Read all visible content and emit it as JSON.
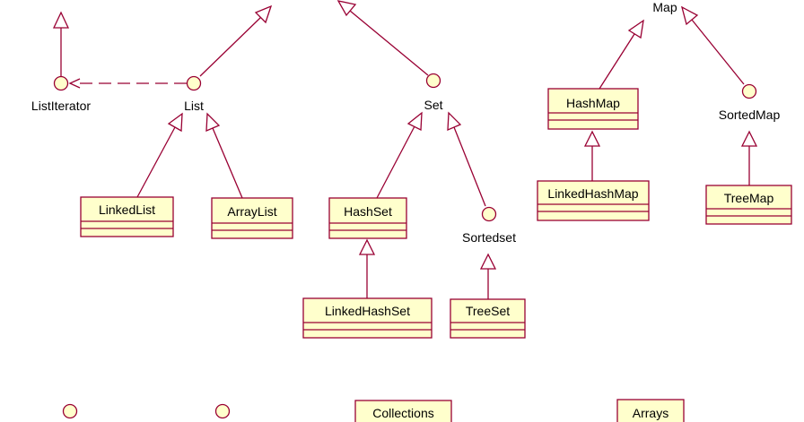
{
  "interfaces": {
    "list_iterator": "ListIterator",
    "list": "List",
    "set": "Set",
    "sorted_set": "Sortedset",
    "map": "Map",
    "sorted_map": "SortedMap"
  },
  "classes": {
    "linked_list": "LinkedList",
    "array_list": "ArrayList",
    "hash_set": "HashSet",
    "linked_hash_set": "LinkedHashSet",
    "tree_set": "TreeSet",
    "hash_map": "HashMap",
    "linked_hash_map": "LinkedHashMap",
    "tree_map": "TreeMap",
    "collections": "Collections",
    "arrays": "Arrays"
  },
  "colors": {
    "stroke": "#990033",
    "fill": "#ffffcc"
  }
}
